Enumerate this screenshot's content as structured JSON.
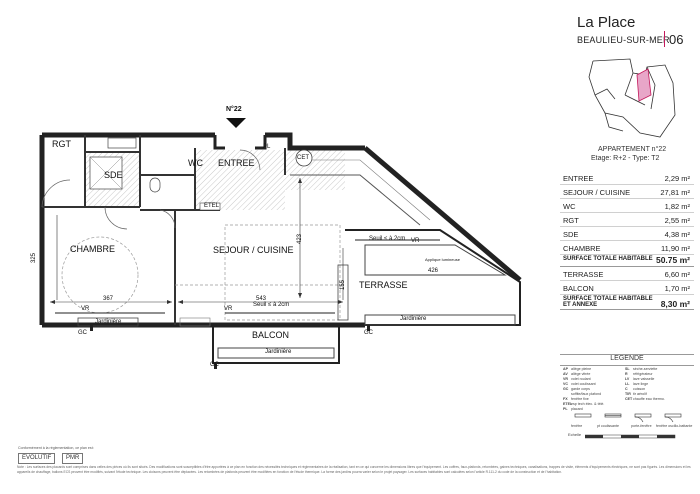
{
  "header": {
    "title": "La Place",
    "subtitle": "BEAULIEU-SUR-MER",
    "page_number": "06",
    "accent_color": "#c2185b"
  },
  "apartment": {
    "title": "APPARTEMENT n°22",
    "subtitle": "Etage: R+2 - Type: T2"
  },
  "surfaces": [
    {
      "name": "ENTREE",
      "value": "2,29 m²"
    },
    {
      "name": "SEJOUR / CUISINE",
      "value": "27,81 m²"
    },
    {
      "name": "WC",
      "value": "1,82 m²"
    },
    {
      "name": "RGT",
      "value": "2,55 m²"
    },
    {
      "name": "SDE",
      "value": "4,38 m²"
    },
    {
      "name": "CHAMBRE",
      "value": "11,90 m²"
    }
  ],
  "surface_total": {
    "label": "SURFACE TOTALE HABITABLE",
    "value": "50.75 m²"
  },
  "annexes": [
    {
      "name": "TERRASSE",
      "value": "6,60 m²"
    },
    {
      "name": "BALCON",
      "value": "1,70 m²"
    }
  ],
  "annex_total": {
    "label": "SURFACE TOTALE HABITABLE ET ANNEXE",
    "value": "8,30 m²"
  },
  "plan": {
    "unit_label": "N°22",
    "rooms": {
      "rgt": "RGT",
      "sde": "SDE",
      "wc": "WC",
      "entree": "ENTREE",
      "chambre": "CHAMBRE",
      "sejour": "SEJOUR / CUISINE",
      "terrasse": "TERRASSE",
      "balcon": "BALCON"
    },
    "fixtures": {
      "pl": "PL",
      "cet": "CET",
      "etel": "ETEL",
      "vr": "VR",
      "gc": "GC",
      "jardiniere": "Jardinière",
      "seuil": "Seuil ≤ à 2cm",
      "applique": "Applique lumineuse"
    },
    "dimensions": {
      "d325": "325",
      "d367": "367",
      "d543": "543",
      "d423": "423",
      "d426": "426",
      "d155": "155"
    }
  },
  "legend": {
    "title": "LEGENDE",
    "items_left": [
      {
        "code": "AP",
        "label": "allège pleine"
      },
      {
        "code": "AV",
        "label": "allège vitrée"
      },
      {
        "code": "VR",
        "label": "volet roulant"
      },
      {
        "code": "VC",
        "label": "volet coulissant"
      },
      {
        "code": "GC",
        "label": "garde corps"
      },
      {
        "code": "",
        "label": "soffite/faux plafond"
      },
      {
        "code": "FX",
        "label": "fenêtre fixe"
      },
      {
        "code": "ETEL",
        "label": "esp tech élec. & télé."
      },
      {
        "code": "PL",
        "label": "placard"
      }
    ],
    "items_right": [
      {
        "code": "SL",
        "label": "sèche-serviette"
      },
      {
        "code": "R",
        "label": "réfrigérateur"
      },
      {
        "code": "LV",
        "label": "lave vaisselle"
      },
      {
        "code": "LL",
        "label": "lave linge"
      },
      {
        "code": "C",
        "label": "cuisson"
      },
      {
        "code": "TIR",
        "label": "tir aérolif"
      },
      {
        "code": "CET",
        "label": "chauffe eau thermo."
      }
    ],
    "openings": [
      "fenêtre",
      "pt coulissante",
      "porte-fenêtre",
      "fenêtre oscillo-battante"
    ],
    "scale": "Echelle"
  },
  "footer": {
    "conformity": "Conformément à la réglementation, ce plan est:",
    "tags": [
      "EVOLUTIF",
      "PMR"
    ],
    "notes": "Note : Les surfaces des placards sont comprises dans celles des pièces où ils sont situés. Des modifications sont susceptibles d'être apportées à ce plan en fonction des nécessités techniques et réglementaires de la réalisation, tant en ce qui concerne les dimensions libres que l'équipement. Les coffres, faux-plafonds, retombées, gaines techniques, canalisations, trappes de visite, éléments d'équipements électriques, ne sont pas figurés. Les dimensions et les appareils de chauffage, ballons ECS peuvent être modifiés, suivant l'étude technique. Les cloisons peuvent être déplacées. Les retombées de plafonds peuvent être modifiées en fonction de l'étude thermique. La forme des jardins pourra varier selon le projet paysager. Les surfaces habitables sont calculées selon l'article R.111-2 du code de la construction et de l'habitation."
  }
}
